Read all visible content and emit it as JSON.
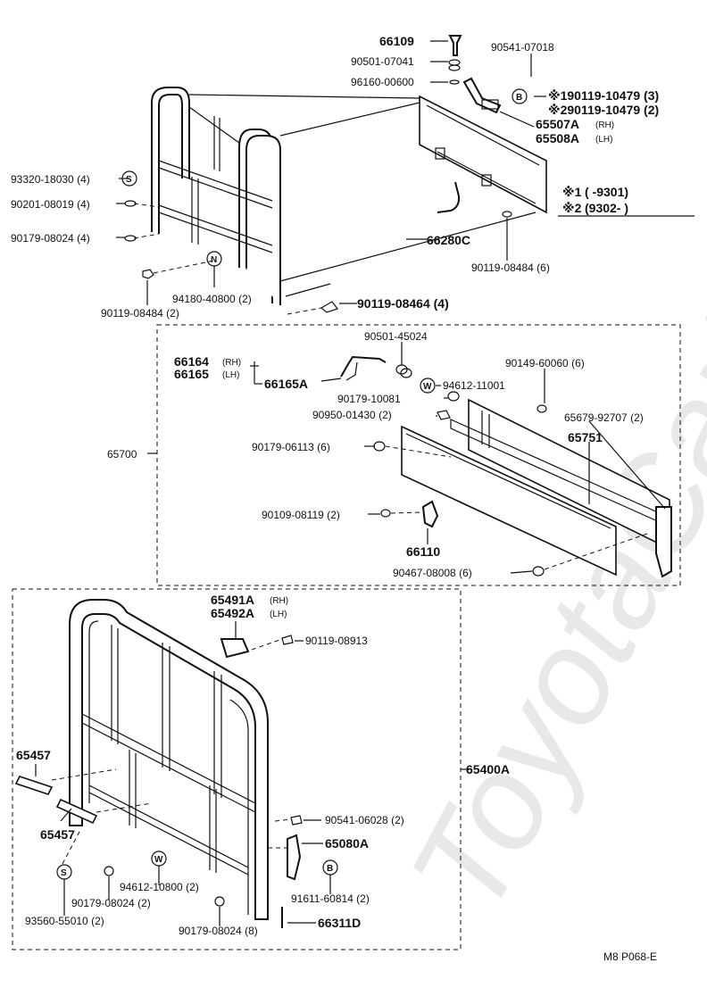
{
  "watermark": "ToyotaCarMine.ru",
  "page_code": "M8 P068-E",
  "note": {
    "line1_mark": "※1",
    "line1_text": "(         -9301)",
    "line2_mark": "※2",
    "line2_text": "(9302-         )"
  },
  "top": {
    "p66109": "66109",
    "p90501_07041": "90501-07041",
    "p96160_00600": "96160-00600",
    "p90541_07018": "90541-07018",
    "p190119": "※190119-10479 (3)",
    "p290119": "※290119-10479 (2)",
    "p65507A": "65507A",
    "p65508A": "65508A",
    "rh": "(RH)",
    "lh": "(LH)",
    "p93320": "93320-18030 (4)",
    "p90201": "90201-08019 (4)",
    "p90179_a": "90179-08024 (4)",
    "p66280C": "66280C",
    "p90119_6": "90119-08484 (6)",
    "p94180": "94180-40800 (2)",
    "p90119_2": "90119-08484 (2)",
    "p90119_4": "90119-08464 (4)"
  },
  "mid": {
    "p65700": "65700",
    "p90501_45024": "90501-45024",
    "p66164": "66164",
    "p66165": "66165",
    "p66165A": "66165A",
    "p94612_11001": "94612-11001",
    "p90149": "90149-60060 (6)",
    "p90179_10081": "90179-10081",
    "p90950": "90950-01430 (2)",
    "p65679": "65679-92707 (2)",
    "p65751": "65751",
    "p90179_06113": "90179-06113 (6)",
    "p90109": "90109-08119 (2)",
    "p66110": "66110",
    "p90467": "90467-08008 (6)"
  },
  "bot": {
    "p65491A": "65491A",
    "p65492A": "65492A",
    "p90119_08913": "90119-08913",
    "p65457a": "65457",
    "p65457b": "65457",
    "p65400A": "65400A",
    "p90541_06028": "90541-06028 (2)",
    "p65080A": "65080A",
    "p94612_10800": "94612-10800 (2)",
    "p90179_08024_2": "90179-08024 (2)",
    "p91611": "91611-60814 (2)",
    "p93560": "93560-55010 (2)",
    "p90179_08024_8": "90179-08024 (8)",
    "p66311D": "66311D"
  },
  "symbols": {
    "s": "S",
    "b": "B",
    "n": "N",
    "w": "W"
  }
}
